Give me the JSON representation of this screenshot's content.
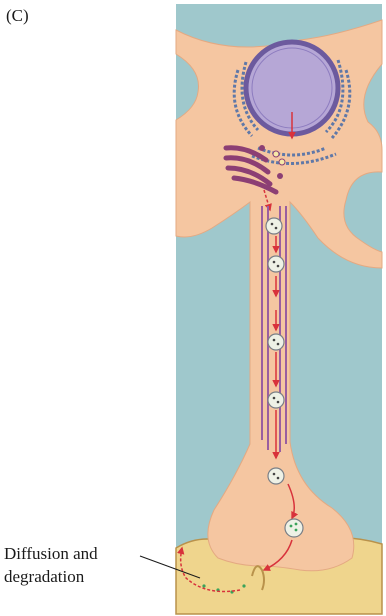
{
  "figure": {
    "panel_label": "(C)",
    "callout": {
      "line1": "Diffusion and",
      "line2": "degradation"
    },
    "colors": {
      "background": "#9fc8cc",
      "cytoplasm": "#f5c6a1",
      "nucleus_fill": "#b6a7d6",
      "nucleus_envelope": "#6c5a9e",
      "golgi": "#8c3f74",
      "er": "#5f78a8",
      "microtubule": "#9a5ea0",
      "transport_arrow": "#d8323b",
      "vesicle": "#eef1e6",
      "postsynaptic": "#efd58d",
      "postsynaptic_edge": "#b9924b",
      "neurotransmitter": "#3aa35a"
    },
    "icons": [
      "nucleus",
      "rough-er",
      "golgi-apparatus",
      "microtubule",
      "secretory-vesicle",
      "transport-arrow",
      "synaptic-cleft",
      "postsynaptic-membrane"
    ]
  }
}
